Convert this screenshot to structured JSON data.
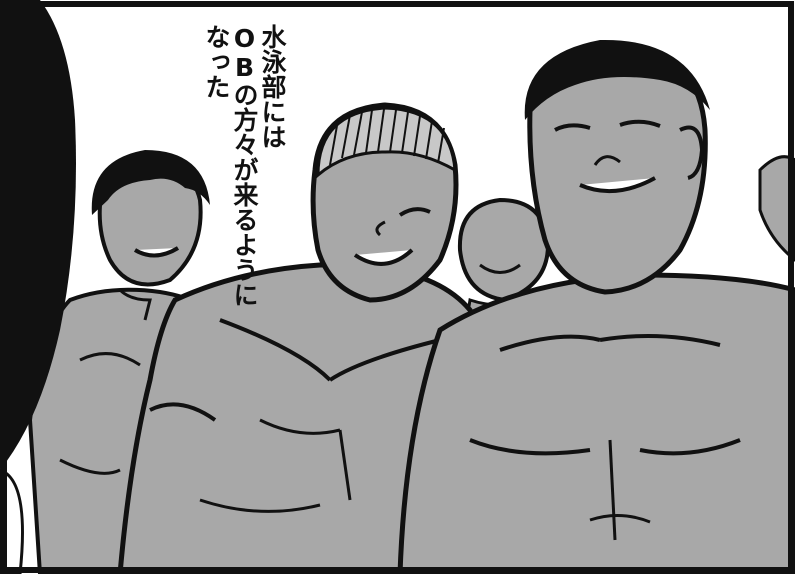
{
  "panel": {
    "caption_lines": [
      "水泳部には",
      "OBの方々が来るように",
      "なった"
    ]
  },
  "colors": {
    "ink": "#111111",
    "skin": "#a8a8a8",
    "paper": "#ffffff"
  }
}
